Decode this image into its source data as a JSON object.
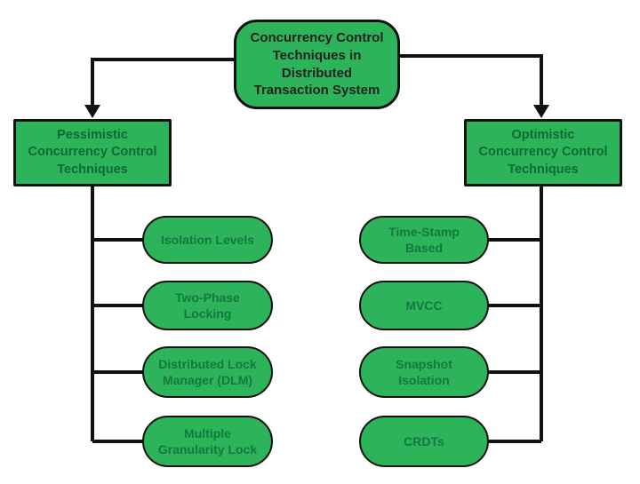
{
  "diagram": {
    "title": "Concurrency Control Techniques in Distributed Transaction System",
    "root": {
      "label": "Concurrency Control\nTechniques in\nDistributed\nTransaction System"
    },
    "branches": [
      {
        "name": "pessimistic",
        "label": "Pessimistic\nConcurrency Control\nTechniques",
        "children": [
          {
            "label": "Isolation Levels"
          },
          {
            "label": "Two-Phase\nLocking"
          },
          {
            "label": "Distributed Lock\nManager (DLM)"
          },
          {
            "label": "Multiple\nGranularity Lock"
          }
        ]
      },
      {
        "name": "optimistic",
        "label": "Optimistic\nConcurrency Control\nTechniques",
        "children": [
          {
            "label": "Time-Stamp\nBased"
          },
          {
            "label": "MVCC"
          },
          {
            "label": "Snapshot\nIsolation"
          },
          {
            "label": "CRDTs"
          }
        ]
      }
    ],
    "colors": {
      "node_fill": "#2db45a",
      "node_border": "#111111",
      "connector": "#111111",
      "root_text": "#212121",
      "branch_text": "#0c6b33",
      "leaf_text": "#117a3e"
    }
  }
}
